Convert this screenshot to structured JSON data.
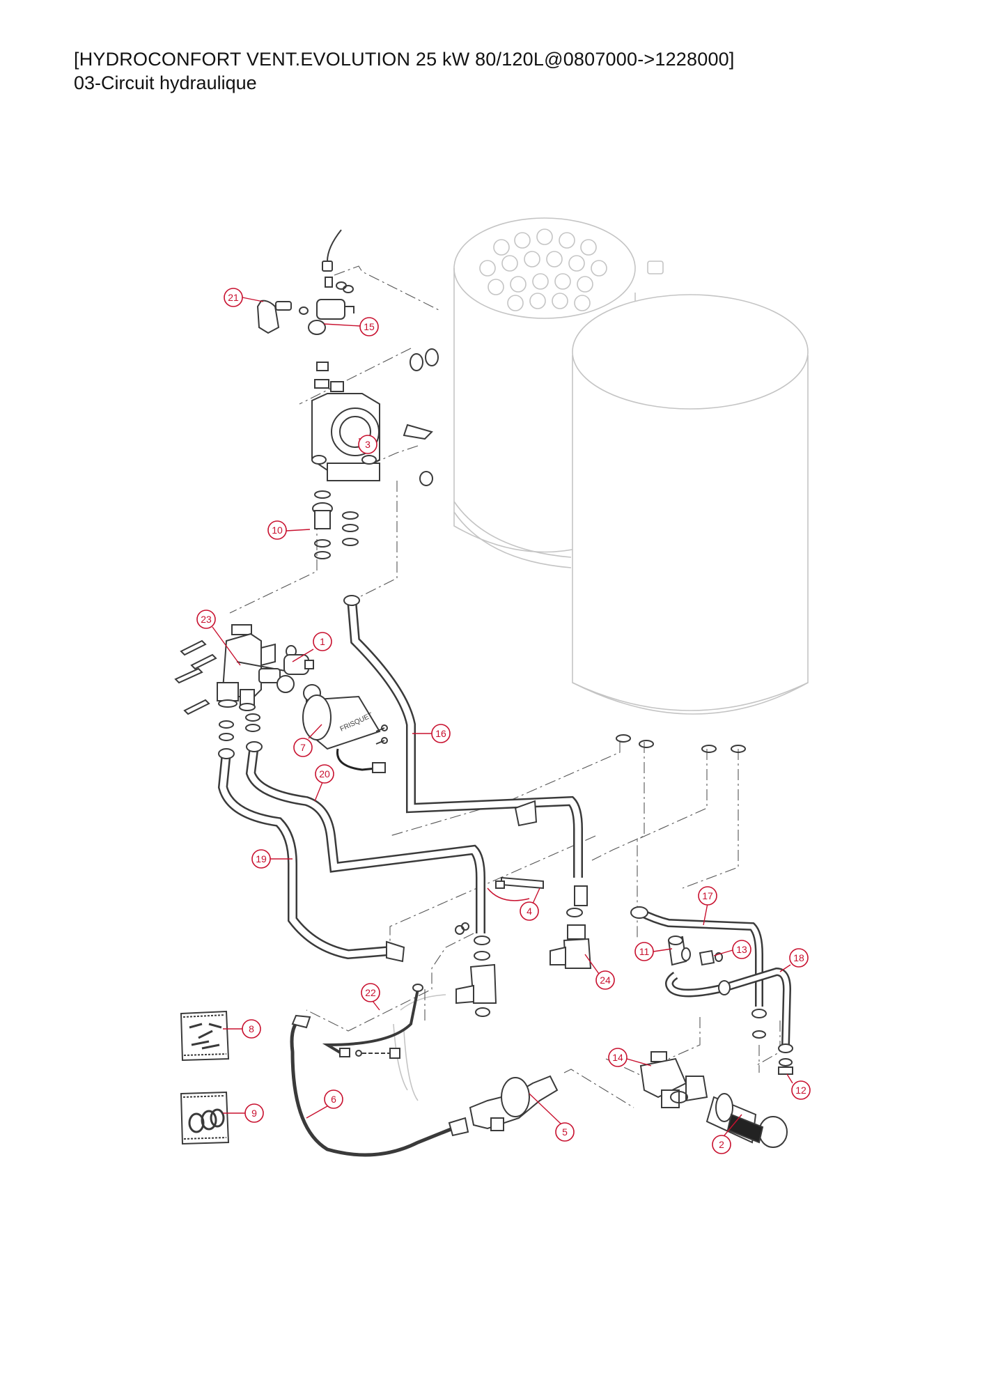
{
  "header": {
    "title": "[HYDROCONFORT VENT.EVOLUTION 25 kW 80/120L@0807000->1228000]",
    "subtitle": "03-Circuit hydraulique"
  },
  "colors": {
    "callout": "#c8102e",
    "part_line": "#3a3a3a",
    "tank_line": "#c4c4c4",
    "dash_line": "#555555"
  },
  "callouts": [
    "1",
    "2",
    "3",
    "4",
    "5",
    "6",
    "7",
    "8",
    "9",
    "10",
    "11",
    "12",
    "13",
    "14",
    "15",
    "16",
    "17",
    "18",
    "19",
    "20",
    "21",
    "22",
    "23",
    "24"
  ],
  "label_on_pump": "FRISQUET"
}
